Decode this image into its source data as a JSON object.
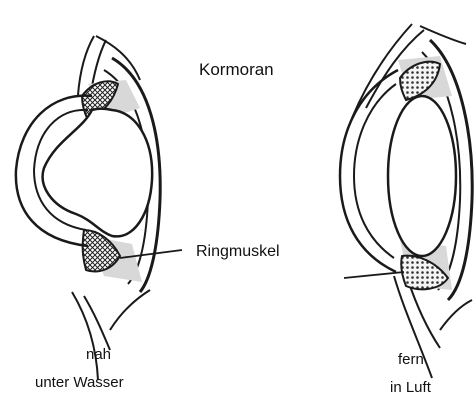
{
  "title": "Kormoran",
  "muscle_label": "Ringmuskel",
  "left_eye": {
    "state": "nah",
    "medium": "unter Wasser"
  },
  "right_eye": {
    "state": "fern",
    "medium": "in Luft"
  },
  "colors": {
    "line": "#1a1a1a",
    "shade": "#d8d8d8",
    "muscle": "#3a3a3a",
    "background": "#ffffff"
  }
}
